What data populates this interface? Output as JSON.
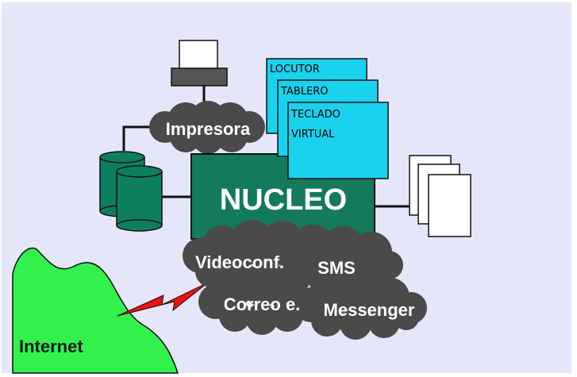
{
  "diagram": {
    "core_label": "NUCLEO",
    "printer_label": "Impresora",
    "windows": [
      "LOCUTOR",
      "TABLERO",
      "TECLADO",
      "VIRTUAL"
    ],
    "services": {
      "videoconf": "Videoconf.",
      "sms": "SMS",
      "correo": "Correo e.",
      "messenger": "Messenger"
    },
    "internet_label": "Internet"
  },
  "colors": {
    "background": "#e6e6fa",
    "core": "#137a5c",
    "database": "#0d7f5e",
    "cloud": "#4a4a4a",
    "window": "#19d2ee",
    "internet": "#33f14c",
    "lightning": "#ee1111",
    "line": "#111111"
  }
}
